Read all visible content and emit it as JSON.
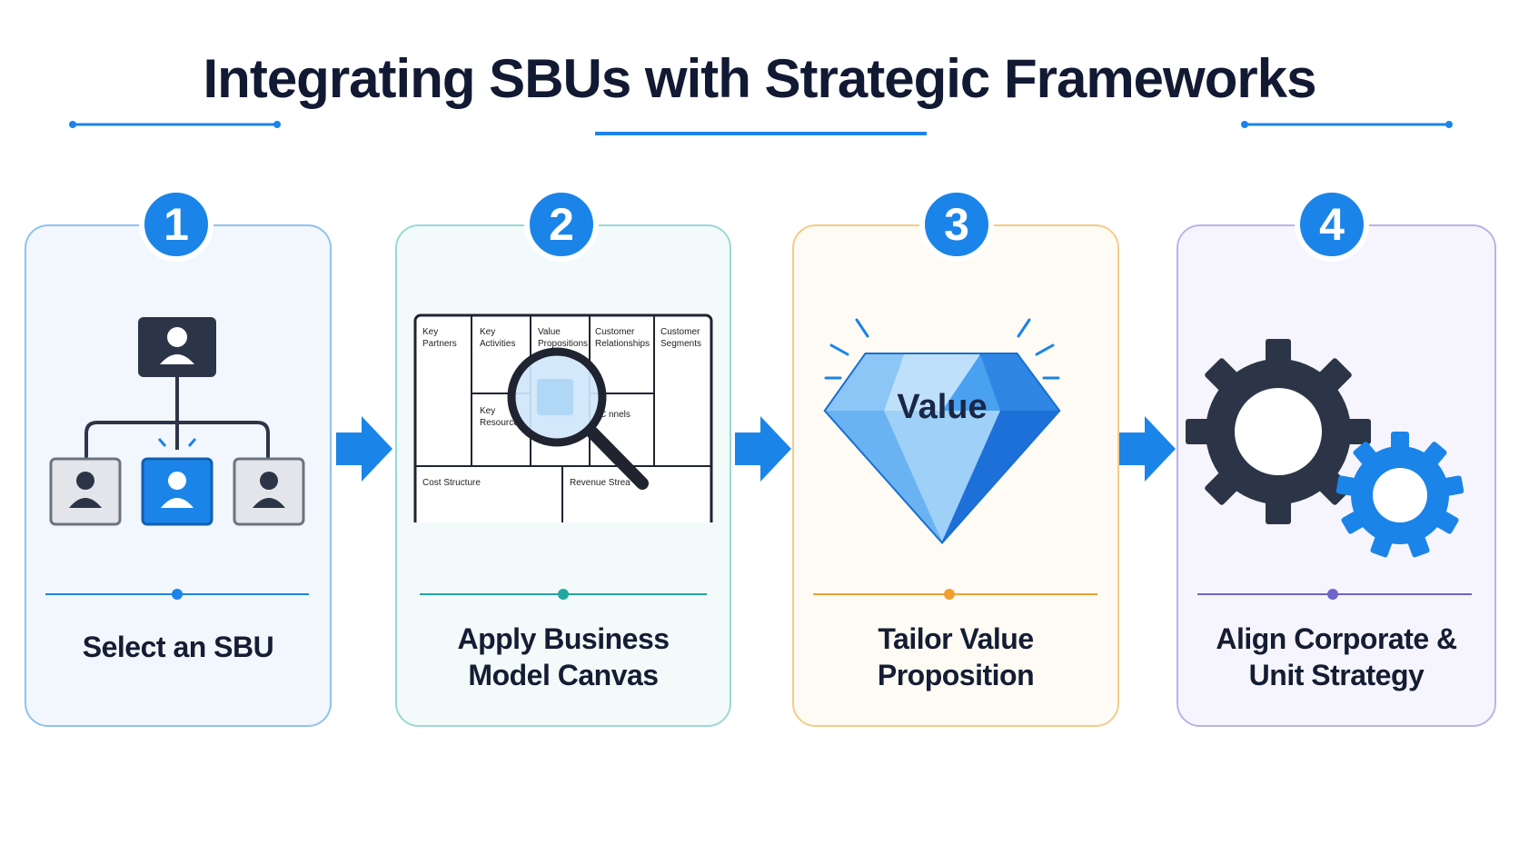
{
  "title": "Integrating SBUs with Strategic Frameworks",
  "steps": [
    {
      "number": "1",
      "label": "Select an SBU",
      "accent": "#1b84e8",
      "dot": "#1b84e8"
    },
    {
      "number": "2",
      "label_line1": "Apply Business",
      "label_line2": "Model Canvas",
      "accent": "#2fb5b0",
      "dot": "#22a6a0"
    },
    {
      "number": "3",
      "label_line1": "Tailor Value",
      "label_line2": "Proposition",
      "accent": "#f0a030",
      "dot": "#f0a030"
    },
    {
      "number": "4",
      "label_line1": "Align Corporate &",
      "label_line2": "Unit Strategy",
      "accent": "#7b6fd6",
      "dot": "#6f63cc"
    }
  ],
  "canvas": {
    "key_partners": [
      "Key",
      "Partners"
    ],
    "key_activities": [
      "Key",
      "Activities"
    ],
    "value_propositions": [
      "Value",
      "Propositions"
    ],
    "customer_relationships": [
      "Customer",
      "Relationships"
    ],
    "customer_segments": [
      "Customer",
      "Segments"
    ],
    "key_resources": [
      "Key",
      "Resources"
    ],
    "channels": "C  nnels",
    "cost_structure": "Cost Structure",
    "revenue_streams": "Revenue Strea"
  },
  "diamond_text": "Value",
  "colors": {
    "primary_blue": "#1b84e8",
    "dark_navy": "#2c3548",
    "title": "#121a33"
  },
  "icons": [
    "org-chart-icon",
    "magnifying-glass-icon",
    "diamond-icon",
    "gears-icon",
    "arrow-right-icon"
  ]
}
